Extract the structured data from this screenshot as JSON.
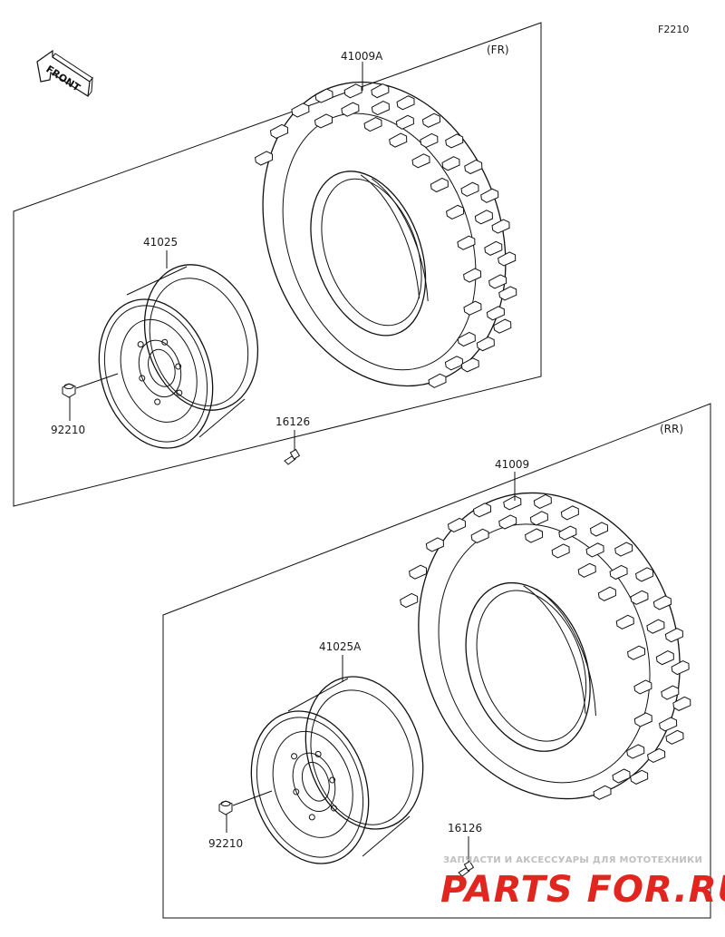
{
  "diagram_code": "F2210",
  "front_sign": "FRONT",
  "sections": {
    "front": {
      "tag": "(FR)",
      "parts": {
        "tire": "41009A",
        "wheel": "41025",
        "nut": "92210",
        "valve": "16126"
      }
    },
    "rear": {
      "tag": "(RR)",
      "parts": {
        "tire": "41009",
        "wheel": "41025A",
        "nut": "92210",
        "valve": "16126"
      }
    }
  },
  "watermark": {
    "caption": "ЗАПЧАСТИ И АКСЕССУАРЫ ДЛЯ МОТОТЕХНИКИ",
    "logo": "PARTS FOR.RU",
    "color": "#e0261f"
  },
  "colors": {
    "line": "#111111",
    "background": "#ffffff"
  }
}
